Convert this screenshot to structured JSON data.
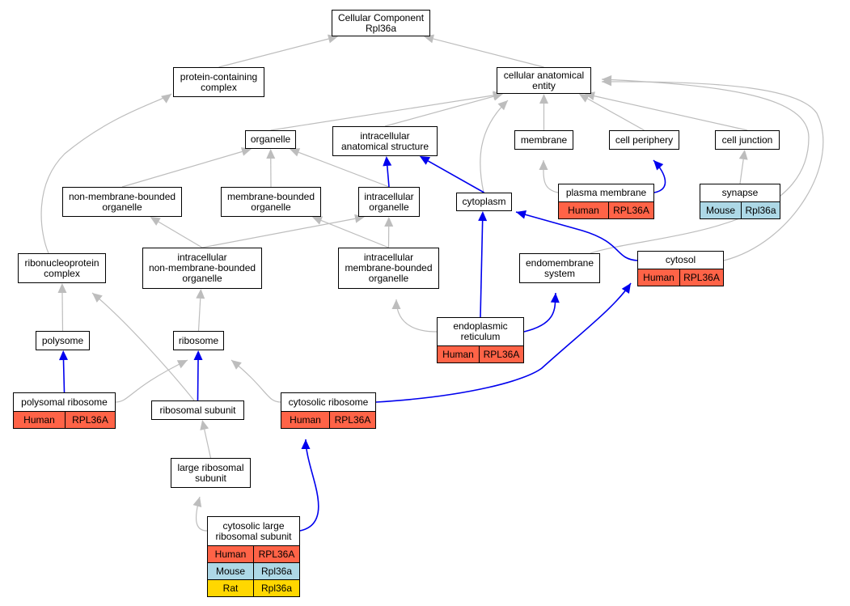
{
  "colors": {
    "gray_edge": "#bdbdbd",
    "blue_edge": "#0000ee",
    "Human": "#ff6347",
    "Mouse": "#add8e6",
    "Rat": "#ffd700"
  },
  "nodes": {
    "root": "Cellular Component\nRpl36a",
    "pcc": "protein-containing\ncomplex",
    "cae": "cellular anatomical\nentity",
    "organelle": "organelle",
    "ias": "intracellular\nanatomical structure",
    "membrane": "membrane",
    "periphery": "cell periphery",
    "junction": "cell junction",
    "nmbo": "non-membrane-bounded\norganelle",
    "mbo": "membrane-bounded\norganelle",
    "io": "intracellular\norganelle",
    "cytoplasm": "cytoplasm",
    "plasma": "plasma membrane",
    "synapse": "synapse",
    "rnp": "ribonucleoprotein\ncomplex",
    "inmbo": "intracellular\nnon-membrane-bounded\norganelle",
    "imbo": "intracellular\nmembrane-bounded\norganelle",
    "endomem": "endomembrane\nsystem",
    "cytosol": "cytosol",
    "polysome": "polysome",
    "ribosome": "ribosome",
    "er": "endoplasmic\nreticulum",
    "polyrib": "polysomal ribosome",
    "ribsub": "ribosomal subunit",
    "cytorib": "cytosolic ribosome",
    "lrs": "large ribosomal\nsubunit",
    "clrs": "cytosolic large\nribosomal subunit"
  },
  "annotations": {
    "plasma": [
      {
        "species": "Human",
        "gene": "RPL36A"
      }
    ],
    "synapse": [
      {
        "species": "Mouse",
        "gene": "Rpl36a"
      }
    ],
    "cytosol": [
      {
        "species": "Human",
        "gene": "RPL36A"
      }
    ],
    "er": [
      {
        "species": "Human",
        "gene": "RPL36A"
      }
    ],
    "polyrib": [
      {
        "species": "Human",
        "gene": "RPL36A"
      }
    ],
    "cytorib": [
      {
        "species": "Human",
        "gene": "RPL36A"
      }
    ],
    "clrs": [
      {
        "species": "Human",
        "gene": "RPL36A"
      },
      {
        "species": "Mouse",
        "gene": "Rpl36a"
      },
      {
        "species": "Rat",
        "gene": "Rpl36a"
      }
    ]
  },
  "edges": [
    {
      "from": "pcc",
      "to": "root",
      "kind": "is_a"
    },
    {
      "from": "cae",
      "to": "root",
      "kind": "is_a"
    },
    {
      "from": "organelle",
      "to": "cae",
      "kind": "is_a"
    },
    {
      "from": "ias",
      "to": "cae",
      "kind": "is_a"
    },
    {
      "from": "membrane",
      "to": "cae",
      "kind": "is_a"
    },
    {
      "from": "periphery",
      "to": "cae",
      "kind": "is_a"
    },
    {
      "from": "junction",
      "to": "cae",
      "kind": "is_a"
    },
    {
      "from": "cytoplasm",
      "to": "cae",
      "kind": "is_a"
    },
    {
      "from": "cytosol",
      "to": "cae",
      "kind": "is_a"
    },
    {
      "from": "endomem",
      "to": "cae",
      "kind": "is_a"
    },
    {
      "from": "nmbo",
      "to": "organelle",
      "kind": "is_a"
    },
    {
      "from": "mbo",
      "to": "organelle",
      "kind": "is_a"
    },
    {
      "from": "io",
      "to": "organelle",
      "kind": "is_a"
    },
    {
      "from": "io",
      "to": "ias",
      "kind": "part_of"
    },
    {
      "from": "cytoplasm",
      "to": "ias",
      "kind": "part_of"
    },
    {
      "from": "plasma",
      "to": "membrane",
      "kind": "is_a"
    },
    {
      "from": "plasma",
      "to": "periphery",
      "kind": "part_of"
    },
    {
      "from": "synapse",
      "to": "junction",
      "kind": "is_a"
    },
    {
      "from": "inmbo",
      "to": "nmbo",
      "kind": "is_a"
    },
    {
      "from": "inmbo",
      "to": "io",
      "kind": "is_a"
    },
    {
      "from": "imbo",
      "to": "mbo",
      "kind": "is_a"
    },
    {
      "from": "imbo",
      "to": "io",
      "kind": "is_a"
    },
    {
      "from": "cytosol",
      "to": "cytoplasm",
      "kind": "part_of"
    },
    {
      "from": "rnp",
      "to": "pcc",
      "kind": "is_a"
    },
    {
      "from": "polysome",
      "to": "rnp",
      "kind": "is_a"
    },
    {
      "from": "ribsub",
      "to": "rnp",
      "kind": "is_a"
    },
    {
      "from": "ribosome",
      "to": "inmbo",
      "kind": "is_a"
    },
    {
      "from": "er",
      "to": "imbo",
      "kind": "is_a"
    },
    {
      "from": "er",
      "to": "cytoplasm",
      "kind": "part_of"
    },
    {
      "from": "er",
      "to": "endomem",
      "kind": "part_of"
    },
    {
      "from": "polyrib",
      "to": "polysome",
      "kind": "part_of"
    },
    {
      "from": "polyrib",
      "to": "ribosome",
      "kind": "is_a"
    },
    {
      "from": "ribsub",
      "to": "ribosome",
      "kind": "part_of"
    },
    {
      "from": "cytorib",
      "to": "ribosome",
      "kind": "is_a"
    },
    {
      "from": "cytorib",
      "to": "cytosol",
      "kind": "part_of"
    },
    {
      "from": "lrs",
      "to": "ribsub",
      "kind": "is_a"
    },
    {
      "from": "clrs",
      "to": "lrs",
      "kind": "is_a"
    },
    {
      "from": "clrs",
      "to": "cytorib",
      "kind": "part_of"
    }
  ]
}
